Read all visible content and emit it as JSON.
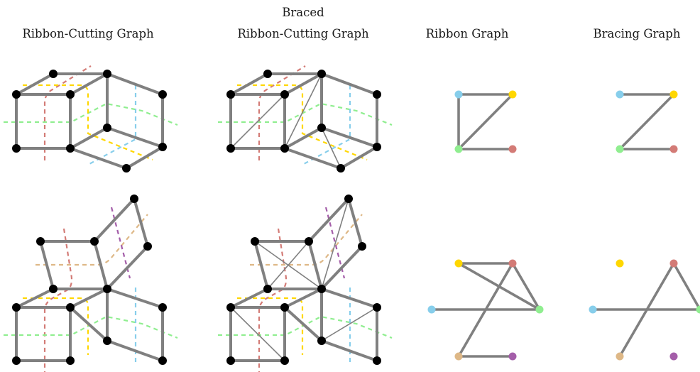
{
  "titles": {
    "col1": "Ribbon-Cutting Graph",
    "col2_line1": "Braced",
    "col2_line2": "Ribbon-Cutting Graph",
    "col3": "Ribbon Graph",
    "col4": "Bracing Graph"
  },
  "colors": {
    "blue": "#87ceeb",
    "yellow": "#ffd700",
    "green": "#90ee90",
    "red": "#d37b76",
    "tan": "#deb887",
    "purple": "#a45ea9",
    "edge": "#808080",
    "node": "#000000"
  }
}
